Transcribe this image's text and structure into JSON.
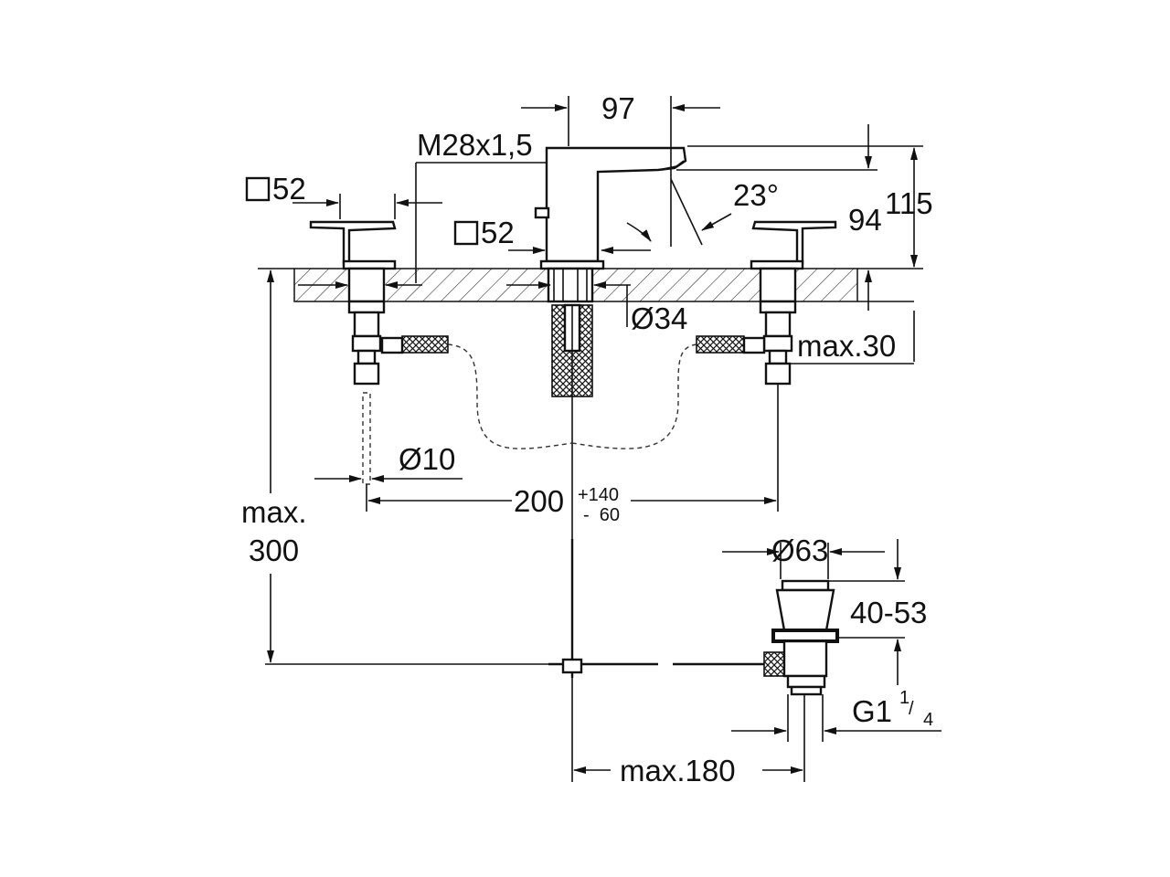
{
  "dimensions": {
    "sq_handle_left": "52",
    "sq_spout": "52",
    "thread": "M28x1,5",
    "spout_reach": "97",
    "spout_angle": "23°",
    "spout_height_94": "94",
    "total_height_115": "115",
    "hole_dia": "Ø34",
    "max_deck": "max.30",
    "pipe_dia": "Ø10",
    "spacing_base": "200",
    "spacing_plus": "+140",
    "spacing_minus": "-  60",
    "max_height_line1": "max.",
    "max_height_line2": "300",
    "waste_dia": "Ø63",
    "waste_range": "40-53",
    "waste_thread_main": "G1",
    "waste_thread_sup": "1",
    "waste_thread_slash": "/",
    "waste_thread_sub": "4",
    "rod_reach": "max.180"
  }
}
